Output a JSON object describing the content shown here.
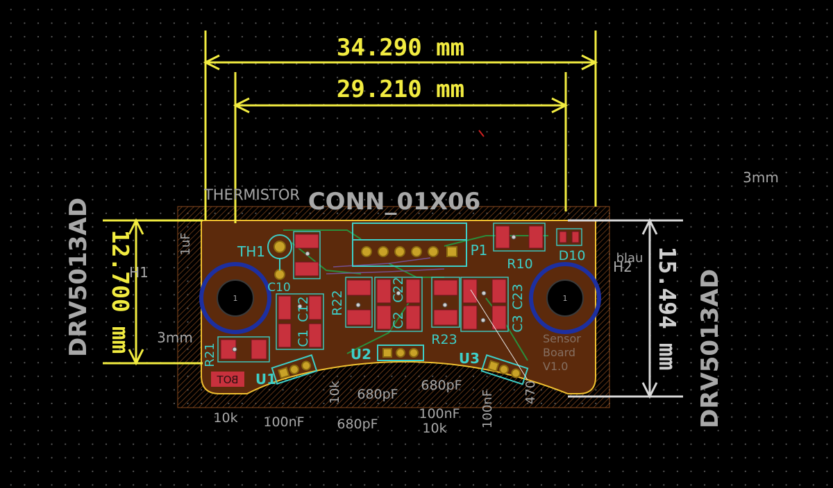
{
  "dimensions": {
    "outer_width": "34.290 mm",
    "inner_width": "29.210 mm",
    "left_height": "12.700 mm",
    "right_height": "15.494 mm"
  },
  "labels": {
    "conn": "CONN_01X06",
    "thermistor": "THERMISTOR",
    "drv_left": "DRV5013AD",
    "drv_right": "DRV5013AD",
    "three_mm_left": "3mm",
    "three_mm_right": "3mm",
    "one_uf": "1uF",
    "h1": "H1",
    "h2": "H2",
    "blau": "blau",
    "bot": "BOT",
    "pad_one_left": "1",
    "pad_one_right": "1"
  },
  "refs": {
    "th1": "TH1",
    "c10": "C10",
    "c12": "C12",
    "c1": "C1",
    "r21": "R21",
    "u1": "U1",
    "r22": "R22",
    "c22": "C22",
    "c2": "C2",
    "u2": "U2",
    "r23": "R23",
    "c23": "C23",
    "c3": "C3",
    "u3": "U3",
    "p1": "P1",
    "r10": "R10",
    "d10": "D10",
    "board_l1": "Sensor",
    "board_l2": "Board",
    "board_l3": "V1.0"
  },
  "values": {
    "v_10k_a": "10k",
    "v_100nf_a": "100nF",
    "v_680pf_a": "680pF",
    "v_10k_b": "10k",
    "v_680pf_b": "680pF",
    "v_680pf_c": "680pF",
    "v_100nf_b": "100nF",
    "v_10k_c": "10k",
    "v_100nf_c": "100nF",
    "v_470": "470"
  },
  "colors": {
    "background": "#000000",
    "dimension": "#f2ec40",
    "board_fill": "#5c2a0c",
    "silkscreen": "#3ecfc8",
    "pad": "#c8313d",
    "via_ring": "#1d2fa0",
    "copper_trace": "#2a8f3c"
  }
}
